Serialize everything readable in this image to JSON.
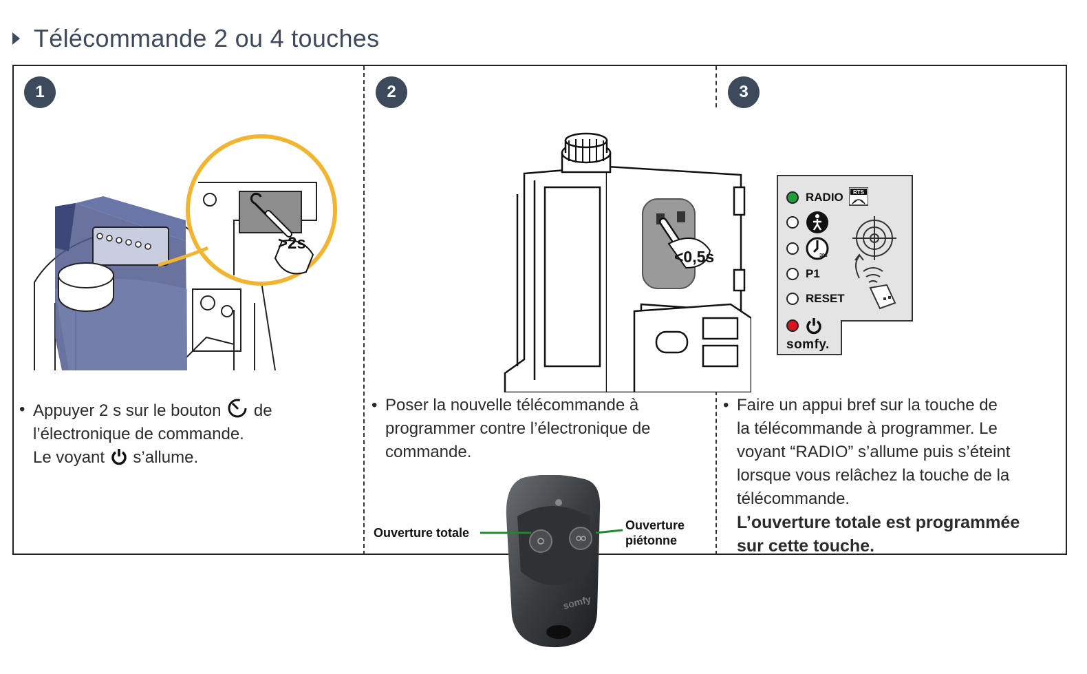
{
  "heading": {
    "title": "Télécommande 2 ou 4 touches"
  },
  "steps": [
    {
      "number": "1",
      "badge": ">2s",
      "caption_lines": [
        "Appuyer 2 s sur le bouton",
        "de",
        "l’électronique de commande.",
        "Le voyant",
        "s’allume."
      ]
    },
    {
      "number": "2",
      "badge": "<0,5s",
      "caption_lines": [
        "Poser la nouvelle télécommande à",
        "programmer contre l’électronique de",
        "commande."
      ],
      "remote": {
        "brand": "somfy",
        "label_left": "Ouverture totale",
        "label_right_1": "Ouverture",
        "label_right_2": "piétonne"
      }
    },
    {
      "number": "3",
      "caption_lines": [
        "Faire un appui bref sur la touche de",
        "la télécommande à programmer. Le",
        "voyant “RADIO” s’allume puis s’éteint",
        "lorsque vous relâchez la touche de la",
        "télécommande."
      ],
      "caption_bold": [
        "L’ouverture totale est programmée",
        "sur cette touche."
      ],
      "panel": {
        "radio": "RADIO",
        "rts": "RTS",
        "p1": "P1",
        "reset": "RESET",
        "brand": "somfy.",
        "timer": "30s"
      }
    }
  ],
  "colors": {
    "heading": "#3d4a5c",
    "badge_bg": "#3d4a5c",
    "zoom_circle": "#f2b531",
    "motor_blue": "#4f5a8c",
    "led_green": "#1f9e3a",
    "led_red": "#d9141f",
    "arrow_green": "#1b8a2d",
    "panel_bg": "#e4e4e4"
  }
}
